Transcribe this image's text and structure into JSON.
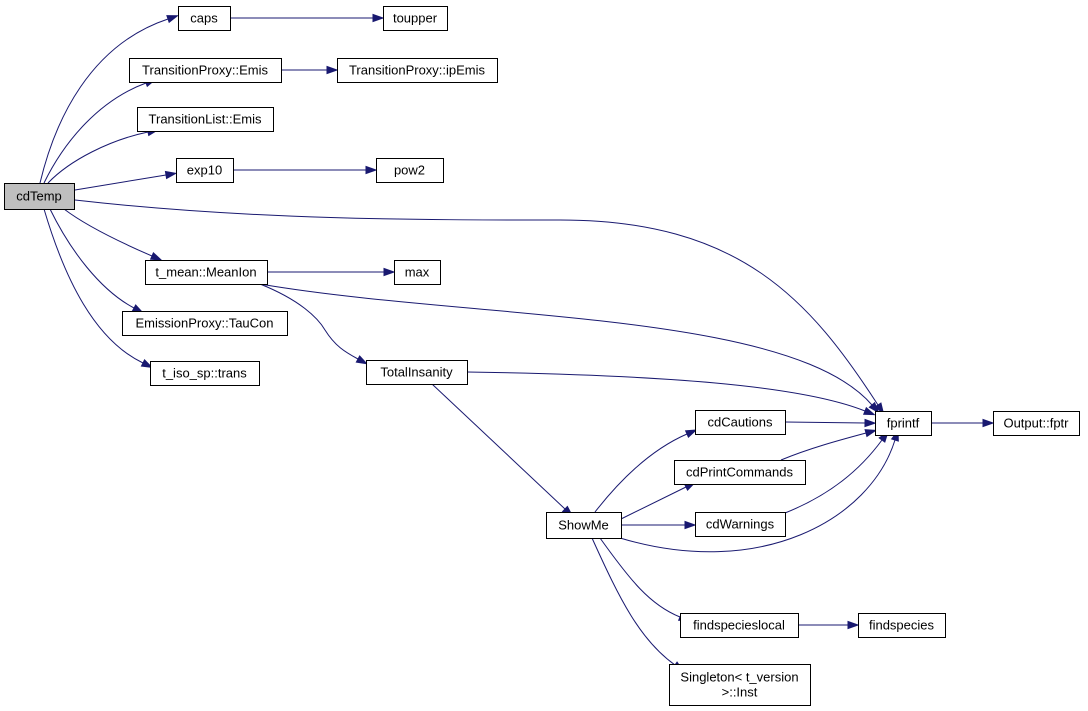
{
  "graph": {
    "nodes": {
      "cdTemp": {
        "label": "cdTemp",
        "root": true
      },
      "caps": {
        "label": "caps"
      },
      "toupper": {
        "label": "toupper"
      },
      "tp_emis": {
        "label": "TransitionProxy::Emis"
      },
      "tp_ipemis": {
        "label": "TransitionProxy::ipEmis"
      },
      "tl_emis": {
        "label": "TransitionList::Emis"
      },
      "exp10": {
        "label": "exp10"
      },
      "pow2": {
        "label": "pow2"
      },
      "meanion": {
        "label": "t_mean::MeanIon"
      },
      "max": {
        "label": "max"
      },
      "taucon": {
        "label": "EmissionProxy::TauCon"
      },
      "trans": {
        "label": "t_iso_sp::trans"
      },
      "totalinsanity": {
        "label": "TotalInsanity"
      },
      "cdcautions": {
        "label": "cdCautions"
      },
      "fprintf": {
        "label": "fprintf"
      },
      "fptr": {
        "label": "Output::fptr"
      },
      "cdprintcommands": {
        "label": "cdPrintCommands"
      },
      "showme": {
        "label": "ShowMe"
      },
      "cdwarnings": {
        "label": "cdWarnings"
      },
      "findspecieslocal": {
        "label": "findspecieslocal"
      },
      "findspecies": {
        "label": "findspecies"
      },
      "singleton": {
        "label_lines": [
          "Singleton< t_version",
          ">::Inst"
        ]
      }
    },
    "edges": [
      [
        "cdTemp",
        "caps"
      ],
      [
        "caps",
        "toupper"
      ],
      [
        "cdTemp",
        "tp_emis"
      ],
      [
        "tp_emis",
        "tp_ipemis"
      ],
      [
        "cdTemp",
        "tl_emis"
      ],
      [
        "cdTemp",
        "exp10"
      ],
      [
        "exp10",
        "pow2"
      ],
      [
        "cdTemp",
        "fprintf"
      ],
      [
        "cdTemp",
        "meanion"
      ],
      [
        "meanion",
        "max"
      ],
      [
        "meanion",
        "fprintf"
      ],
      [
        "meanion",
        "totalinsanity"
      ],
      [
        "cdTemp",
        "taucon"
      ],
      [
        "cdTemp",
        "trans"
      ],
      [
        "totalinsanity",
        "fprintf"
      ],
      [
        "totalinsanity",
        "showme"
      ],
      [
        "showme",
        "cdcautions"
      ],
      [
        "showme",
        "cdprintcommands"
      ],
      [
        "showme",
        "cdwarnings"
      ],
      [
        "showme",
        "fprintf"
      ],
      [
        "showme",
        "findspecieslocal"
      ],
      [
        "showme",
        "singleton"
      ],
      [
        "cdcautions",
        "fprintf"
      ],
      [
        "cdprintcommands",
        "fprintf"
      ],
      [
        "cdwarnings",
        "fprintf"
      ],
      [
        "fprintf",
        "fptr"
      ],
      [
        "findspecieslocal",
        "findspecies"
      ]
    ]
  }
}
